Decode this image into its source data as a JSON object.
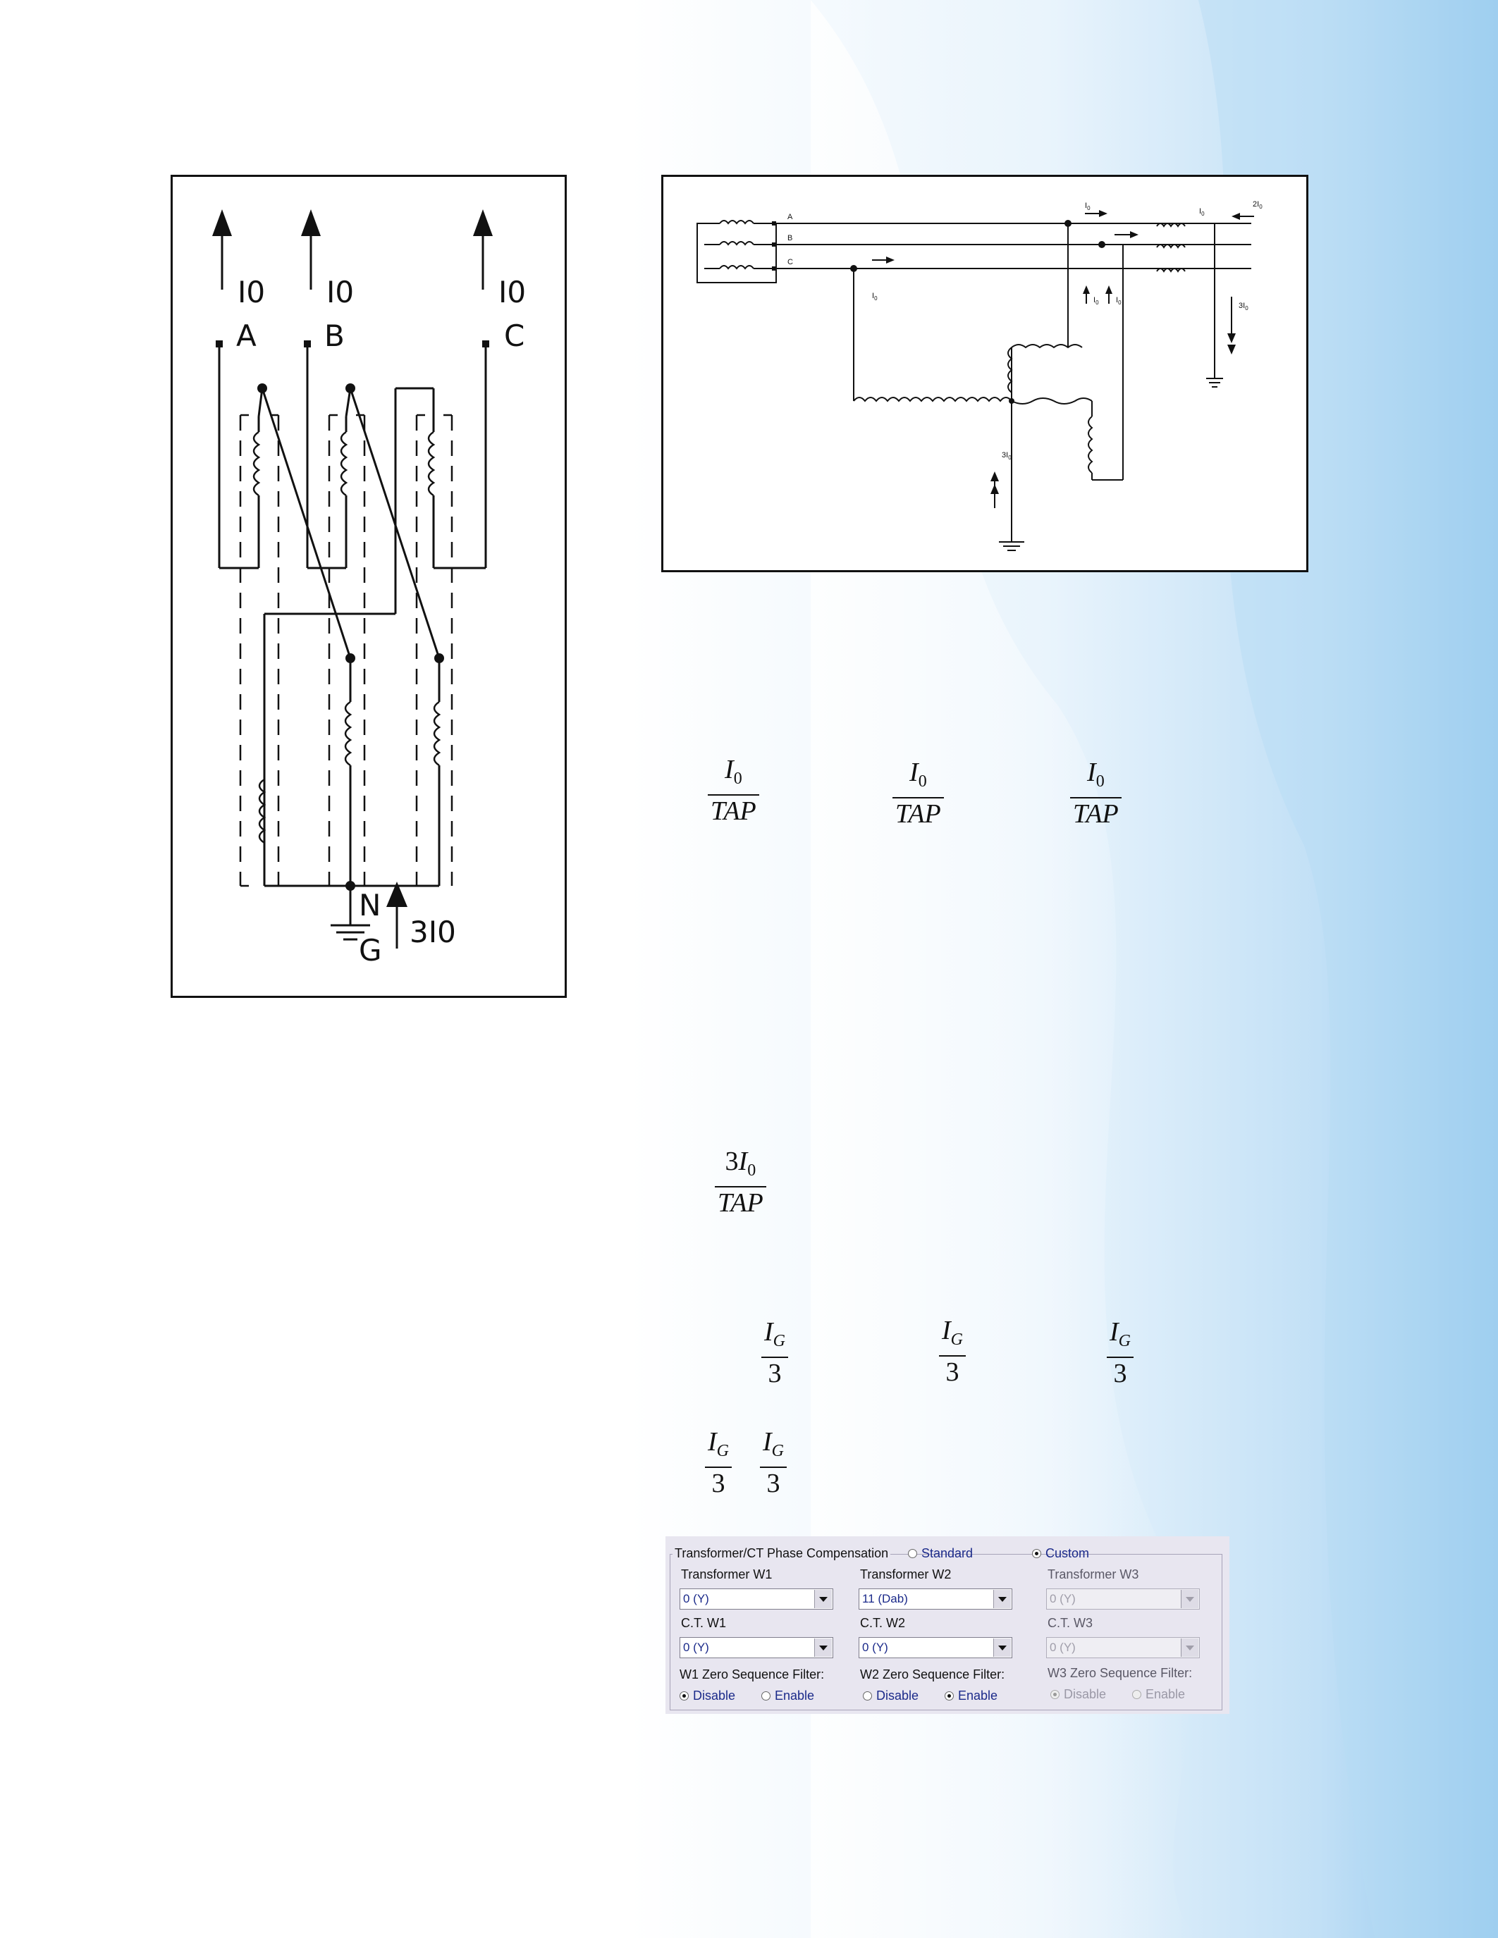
{
  "colors": {
    "sky_light": "#e9f4fc",
    "sky_deep": "#8cc4ec",
    "ink": "#111111",
    "panel": "#e8e6f0",
    "combo_text": "#1b2a8a"
  },
  "figure_left": {
    "current_labels": [
      "I0",
      "I0",
      "I0"
    ],
    "phase_labels": [
      "A",
      "B",
      "C"
    ],
    "neutral_label": "N",
    "ground_label": "G",
    "residual_label": "3I0"
  },
  "figure_right": {
    "phase_labels": [
      "A",
      "B",
      "C"
    ],
    "current_labels": [
      "I",
      "I",
      "I",
      "I",
      "I",
      "2I",
      "3I",
      "3I"
    ],
    "subscript": "0"
  },
  "equations": {
    "row1": [
      {
        "num": "I",
        "num_sub": "0",
        "den": "TAP"
      },
      {
        "num": "I",
        "num_sub": "0",
        "den": "TAP"
      },
      {
        "num": "I",
        "num_sub": "0",
        "den": "TAP"
      }
    ],
    "row2": {
      "num_coef": "3",
      "num": "I",
      "num_sub": "0",
      "den": "TAP"
    },
    "row3": [
      {
        "num": "I",
        "num_sub": "G",
        "den": "3"
      },
      {
        "num": "I",
        "num_sub": "G",
        "den": "3"
      },
      {
        "num": "I",
        "num_sub": "G",
        "den": "3"
      }
    ],
    "row4": [
      {
        "num": "I",
        "num_sub": "G",
        "den": "3"
      },
      {
        "num": "I",
        "num_sub": "G",
        "den": "3"
      }
    ]
  },
  "panel": {
    "group_title": "Transformer/CT Phase Compensation",
    "mode_standard": "Standard",
    "mode_custom": "Custom",
    "selected_mode": "Custom",
    "columns": [
      {
        "transformer_label": "Transformer  W1",
        "transformer_value": "0 (Y)",
        "ct_label": "C.T. W1",
        "ct_value": "0 (Y)",
        "filter_label": "W1 Zero Sequence Filter:",
        "disable": "Disable",
        "enable": "Enable",
        "selected": "Disable",
        "enabled": true
      },
      {
        "transformer_label": "Transformer W2",
        "transformer_value": "11 (Dab)",
        "ct_label": "C.T. W2",
        "ct_value": "0 (Y)",
        "filter_label": "W2 Zero Sequence Filter:",
        "disable": "Disable",
        "enable": "Enable",
        "selected": "Enable",
        "enabled": true
      },
      {
        "transformer_label": "Transformer W3",
        "transformer_value": "0 (Y)",
        "ct_label": "C.T. W3",
        "ct_value": "0 (Y)",
        "filter_label": "W3 Zero Sequence Filter:",
        "disable": "Disable",
        "enable": "Enable",
        "selected": "Disable",
        "enabled": false
      }
    ]
  }
}
